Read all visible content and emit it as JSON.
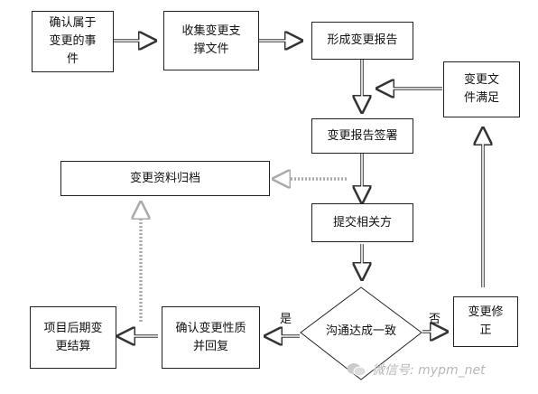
{
  "nodes": {
    "confirm_event": "确认属于\n变更的事\n件",
    "collect_docs": "收集变更支\n撑文件",
    "form_report": "形成变更报告",
    "docs_satisfied": "变更文\n件满足",
    "sign_report": "变更报告签署",
    "archive": "变更资料归档",
    "submit": "提交相关方",
    "communicate": "沟通达成一致",
    "revise": "变更修\n正",
    "confirm_quality": "确认变更性质\n并回复",
    "settlement": "项目后期变\n更结算"
  },
  "edge_labels": {
    "yes": "是",
    "no": "否"
  },
  "watermark": "微信号: mypm_net"
}
